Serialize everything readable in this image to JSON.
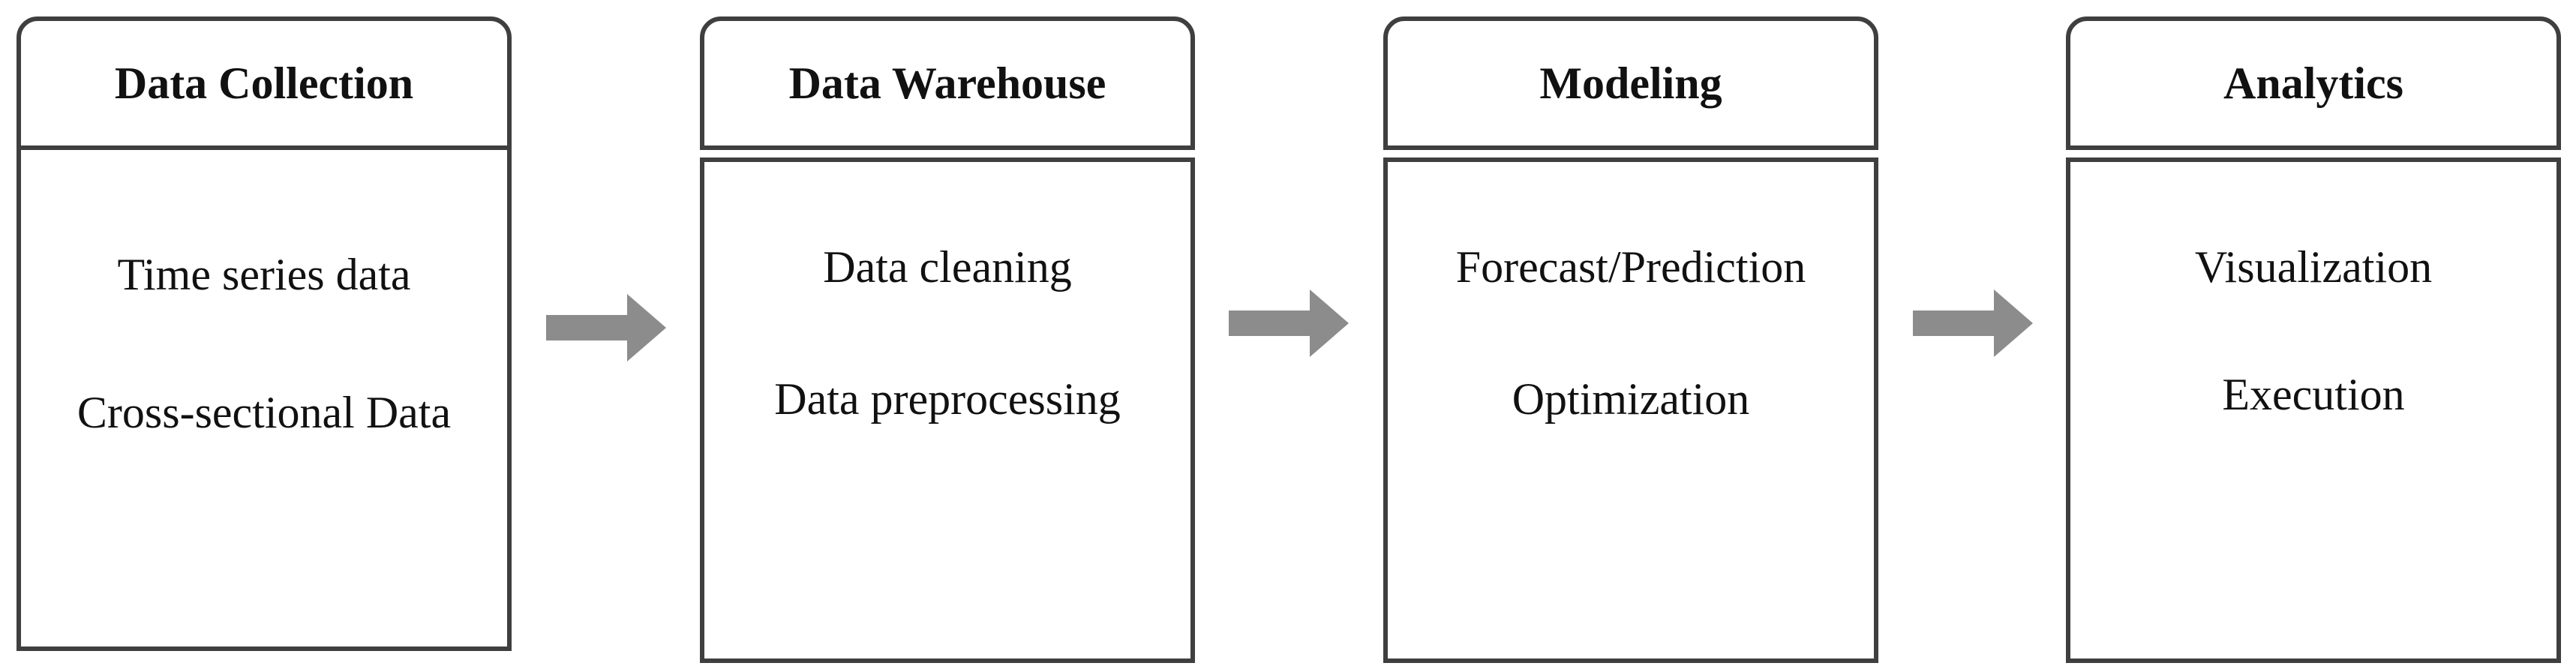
{
  "stages": [
    {
      "title": "Data Collection",
      "items": [
        "Time series data",
        "Cross-sectional Data"
      ]
    },
    {
      "title": "Data Warehouse",
      "items": [
        "Data cleaning",
        "Data preprocessing"
      ]
    },
    {
      "title": "Modeling",
      "items": [
        "Forecast/Prediction",
        "Optimization"
      ]
    },
    {
      "title": "Analytics",
      "items": [
        "Visualization",
        "Execution"
      ]
    }
  ],
  "colors": {
    "border": "#3f3f3f",
    "arrow": "#8c8c8c",
    "text": "#111111",
    "background": "#ffffff"
  }
}
